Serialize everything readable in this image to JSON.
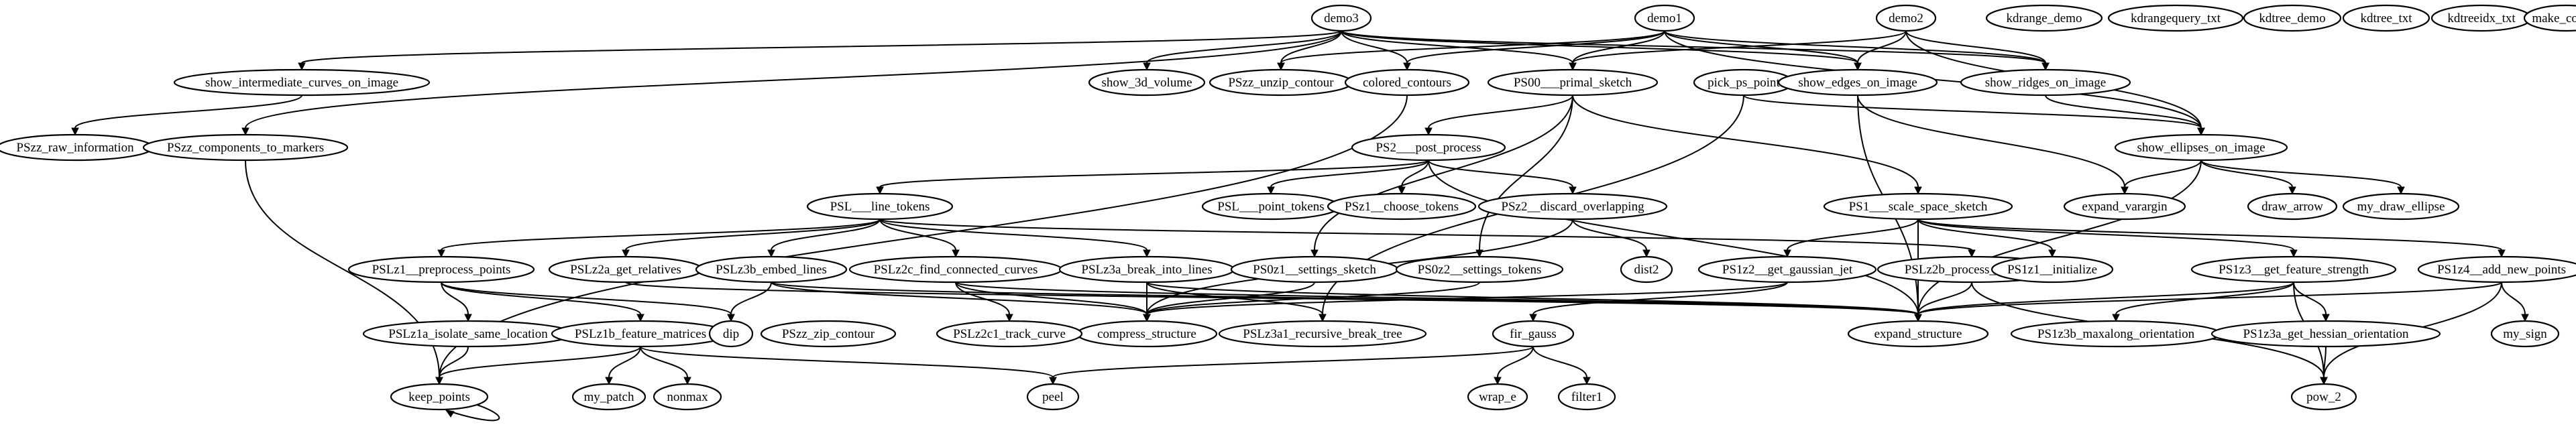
{
  "nodes": [
    {
      "id": "demo3",
      "label": "demo3"
    },
    {
      "id": "demo1",
      "label": "demo1"
    },
    {
      "id": "demo2",
      "label": "demo2"
    },
    {
      "id": "kdrange_demo",
      "label": "kdrange_demo"
    },
    {
      "id": "kdrangequery_txt",
      "label": "kdrangequery_txt"
    },
    {
      "id": "kdtree_demo",
      "label": "kdtree_demo"
    },
    {
      "id": "kdtree_txt",
      "label": "kdtree_txt"
    },
    {
      "id": "kdtreeidx_txt",
      "label": "kdtreeidx_txt"
    },
    {
      "id": "make_coords",
      "label": "make_coords"
    },
    {
      "id": "show_intermediate_curves_on_image",
      "label": "show_intermediate_curves_on_image"
    },
    {
      "id": "show_3d_volume",
      "label": "show_3d_volume"
    },
    {
      "id": "PSzz_unzip_contour",
      "label": "PSzz_unzip_contour"
    },
    {
      "id": "colored_contours",
      "label": "colored_contours"
    },
    {
      "id": "PS00_primal_sketch",
      "label": "PS00___primal_sketch"
    },
    {
      "id": "pick_ps_point",
      "label": "pick_ps_point"
    },
    {
      "id": "show_edges_on_image",
      "label": "show_edges_on_image"
    },
    {
      "id": "show_ridges_on_image",
      "label": "show_ridges_on_image"
    },
    {
      "id": "PSzz_raw_information",
      "label": "PSzz_raw_information"
    },
    {
      "id": "PSzz_components_to_markers",
      "label": "PSzz_components_to_markers"
    },
    {
      "id": "PS2_post_process",
      "label": "PS2___post_process"
    },
    {
      "id": "show_ellipses_on_image",
      "label": "show_ellipses_on_image"
    },
    {
      "id": "PSL_line_tokens",
      "label": "PSL___line_tokens"
    },
    {
      "id": "PSL_point_tokens",
      "label": "PSL___point_tokens"
    },
    {
      "id": "PSz1_choose_tokens",
      "label": "PSz1__choose_tokens"
    },
    {
      "id": "PSz2_discard_overlapping",
      "label": "PSz2__discard_overlapping"
    },
    {
      "id": "PS1_scale_space_sketch",
      "label": "PS1___scale_space_sketch"
    },
    {
      "id": "expand_varargin",
      "label": "expand_varargin"
    },
    {
      "id": "draw_arrow",
      "label": "draw_arrow"
    },
    {
      "id": "my_draw_ellipse",
      "label": "my_draw_ellipse"
    },
    {
      "id": "PSLz1_preprocess_points",
      "label": "PSLz1__preprocess_points"
    },
    {
      "id": "PSLz2a_get_relatives",
      "label": "PSLz2a_get_relatives"
    },
    {
      "id": "PSLz3b_embed_lines",
      "label": "PSLz3b_embed_lines"
    },
    {
      "id": "PSLz2c_find_connected_curves",
      "label": "PSLz2c_find_connected_curves"
    },
    {
      "id": "PSLz3a_break_into_lines",
      "label": "PSLz3a_break_into_lines"
    },
    {
      "id": "PS0z1_settings_sketch",
      "label": "PS0z1__settings_sketch"
    },
    {
      "id": "PS0z2_settings_tokens",
      "label": "PS0z2__settings_tokens"
    },
    {
      "id": "dist2",
      "label": "dist2"
    },
    {
      "id": "PS1z2_get_gaussian_jet",
      "label": "PS1z2__get_gaussian_jet"
    },
    {
      "id": "PSLz2b_process_relatives",
      "label": "PSLz2b_process_relatives"
    },
    {
      "id": "PS1z1_initialize",
      "label": "PS1z1__initialize"
    },
    {
      "id": "PS1z3_get_feature_strength",
      "label": "PS1z3__get_feature_strength"
    },
    {
      "id": "PS1z4_add_new_points",
      "label": "PS1z4__add_new_points"
    },
    {
      "id": "PSLz1a_isolate_same_location",
      "label": "PSLz1a_isolate_same_location"
    },
    {
      "id": "PSLz1b_feature_matrices",
      "label": "PSLz1b_feature_matrices"
    },
    {
      "id": "dip",
      "label": "dip"
    },
    {
      "id": "PSzz_zip_contour",
      "label": "PSzz_zip_contour"
    },
    {
      "id": "compress_structure",
      "label": "compress_structure"
    },
    {
      "id": "PSLz2c1_track_curve",
      "label": "PSLz2c1_track_curve"
    },
    {
      "id": "PSLz3a1_recursive_break_tree",
      "label": "PSLz3a1_recursive_break_tree"
    },
    {
      "id": "expand_structure",
      "label": "expand_structure"
    },
    {
      "id": "fir_gauss",
      "label": "fir_gauss"
    },
    {
      "id": "PS1z3b_maxalong_orientation",
      "label": "PS1z3b_maxalong_orientation"
    },
    {
      "id": "PS1z3a_get_hessian_orientation",
      "label": "PS1z3a_get_hessian_orientation"
    },
    {
      "id": "my_sign",
      "label": "my_sign"
    },
    {
      "id": "keep_points",
      "label": "keep_points"
    },
    {
      "id": "my_patch",
      "label": "my_patch"
    },
    {
      "id": "nonmax",
      "label": "nonmax"
    },
    {
      "id": "peel",
      "label": "peel"
    },
    {
      "id": "wrap_e",
      "label": "wrap_e"
    },
    {
      "id": "filter1",
      "label": "filter1"
    },
    {
      "id": "pow_2",
      "label": "pow_2"
    }
  ],
  "edges": [
    {
      "from": "demo3",
      "to": "show_intermediate_curves_on_image"
    },
    {
      "from": "demo3",
      "to": "PSzz_components_to_markers"
    },
    {
      "from": "demo3",
      "to": "show_3d_volume"
    },
    {
      "from": "demo3",
      "to": "PSzz_unzip_contour"
    },
    {
      "from": "demo3",
      "to": "colored_contours"
    },
    {
      "from": "demo3",
      "to": "PS00_primal_sketch"
    },
    {
      "from": "demo3",
      "to": "show_edges_on_image"
    },
    {
      "from": "demo3",
      "to": "show_ridges_on_image"
    },
    {
      "from": "demo1",
      "to": "PSzz_unzip_contour"
    },
    {
      "from": "demo1",
      "to": "colored_contours"
    },
    {
      "from": "demo1",
      "to": "PS00_primal_sketch"
    },
    {
      "from": "demo1",
      "to": "show_edges_on_image"
    },
    {
      "from": "demo1",
      "to": "show_ridges_on_image"
    },
    {
      "from": "demo1",
      "to": "show_ellipses_on_image"
    },
    {
      "from": "demo2",
      "to": "PS00_primal_sketch"
    },
    {
      "from": "demo2",
      "to": "show_edges_on_image"
    },
    {
      "from": "demo2",
      "to": "show_ridges_on_image"
    },
    {
      "from": "demo2",
      "to": "show_ellipses_on_image"
    },
    {
      "from": "show_intermediate_curves_on_image",
      "to": "PSzz_raw_information"
    },
    {
      "from": "PSzz_components_to_markers",
      "to": "keep_points"
    },
    {
      "from": "colored_contours",
      "to": "keep_points"
    },
    {
      "from": "PS00_primal_sketch",
      "to": "PS2_post_process"
    },
    {
      "from": "PS00_primal_sketch",
      "to": "PS1_scale_space_sketch"
    },
    {
      "from": "PS00_primal_sketch",
      "to": "PS0z1_settings_sketch"
    },
    {
      "from": "PS00_primal_sketch",
      "to": "PS0z2_settings_tokens"
    },
    {
      "from": "pick_ps_point",
      "to": "show_ellipses_on_image"
    },
    {
      "from": "pick_ps_point",
      "to": "PSLz3a1_recursive_break_tree"
    },
    {
      "from": "show_edges_on_image",
      "to": "expand_varargin"
    },
    {
      "from": "show_edges_on_image",
      "to": "expand_structure"
    },
    {
      "from": "show_ridges_on_image",
      "to": "show_ellipses_on_image"
    },
    {
      "from": "show_ellipses_on_image",
      "to": "expand_varargin"
    },
    {
      "from": "show_ellipses_on_image",
      "to": "draw_arrow"
    },
    {
      "from": "show_ellipses_on_image",
      "to": "my_draw_ellipse"
    },
    {
      "from": "show_ellipses_on_image",
      "to": "expand_structure"
    },
    {
      "from": "PS2_post_process",
      "to": "PSL_line_tokens"
    },
    {
      "from": "PS2_post_process",
      "to": "PSL_point_tokens"
    },
    {
      "from": "PS2_post_process",
      "to": "PSz1_choose_tokens"
    },
    {
      "from": "PS2_post_process",
      "to": "PSz2_discard_overlapping"
    },
    {
      "from": "PS2_post_process",
      "to": "expand_structure"
    },
    {
      "from": "PSL_line_tokens",
      "to": "PSLz1_preprocess_points"
    },
    {
      "from": "PSL_line_tokens",
      "to": "PSLz2a_get_relatives"
    },
    {
      "from": "PSL_line_tokens",
      "to": "PSLz3b_embed_lines"
    },
    {
      "from": "PSL_line_tokens",
      "to": "PSLz2c_find_connected_curves"
    },
    {
      "from": "PSL_line_tokens",
      "to": "PSLz3a_break_into_lines"
    },
    {
      "from": "PSL_line_tokens",
      "to": "PSLz2b_process_relatives"
    },
    {
      "from": "PSz2_discard_overlapping",
      "to": "dist2"
    },
    {
      "from": "PSz2_discard_overlapping",
      "to": "compress_structure"
    },
    {
      "from": "PS1_scale_space_sketch",
      "to": "PS1z2_get_gaussian_jet"
    },
    {
      "from": "PS1_scale_space_sketch",
      "to": "PS1z1_initialize"
    },
    {
      "from": "PS1_scale_space_sketch",
      "to": "PS1z3_get_feature_strength"
    },
    {
      "from": "PS1_scale_space_sketch",
      "to": "PS1z4_add_new_points"
    },
    {
      "from": "PS1_scale_space_sketch",
      "to": "expand_structure"
    },
    {
      "from": "PSLz1_preprocess_points",
      "to": "PSLz1a_isolate_same_location"
    },
    {
      "from": "PSLz1_preprocess_points",
      "to": "PSLz1b_feature_matrices"
    },
    {
      "from": "PSLz1_preprocess_points",
      "to": "dip"
    },
    {
      "from": "PSLz2a_get_relatives",
      "to": "expand_structure"
    },
    {
      "from": "PSLz3b_embed_lines",
      "to": "dip"
    },
    {
      "from": "PSLz3b_embed_lines",
      "to": "compress_structure"
    },
    {
      "from": "PSLz3b_embed_lines",
      "to": "expand_structure"
    },
    {
      "from": "PSLz2c_find_connected_curves",
      "to": "PSLz2c1_track_curve"
    },
    {
      "from": "PSLz2c_find_connected_curves",
      "to": "compress_structure"
    },
    {
      "from": "PSLz2c_find_connected_curves",
      "to": "expand_structure"
    },
    {
      "from": "PSLz3a_break_into_lines",
      "to": "compress_structure"
    },
    {
      "from": "PSLz3a_break_into_lines",
      "to": "PSLz3a1_recursive_break_tree"
    },
    {
      "from": "PSLz3a_break_into_lines",
      "to": "expand_structure"
    },
    {
      "from": "PS0z1_settings_sketch",
      "to": "compress_structure"
    },
    {
      "from": "PS0z2_settings_tokens",
      "to": "compress_structure"
    },
    {
      "from": "PS1z2_get_gaussian_jet",
      "to": "fir_gauss"
    },
    {
      "from": "PS1z2_get_gaussian_jet",
      "to": "compress_structure"
    },
    {
      "from": "PSLz2b_process_relatives",
      "to": "expand_structure"
    },
    {
      "from": "PS1z3_get_feature_strength",
      "to": "PS1z3b_maxalong_orientation"
    },
    {
      "from": "PS1z3_get_feature_strength",
      "to": "PS1z3a_get_hessian_orientation"
    },
    {
      "from": "PS1z3_get_feature_strength",
      "to": "expand_structure"
    },
    {
      "from": "PS1z3_get_feature_strength",
      "to": "pow_2"
    },
    {
      "from": "PS1z4_add_new_points",
      "to": "my_sign"
    },
    {
      "from": "PS1z4_add_new_points",
      "to": "expand_structure"
    },
    {
      "from": "PS1z4_add_new_points",
      "to": "pow_2"
    },
    {
      "from": "PS1z3a_get_hessian_orientation",
      "to": "pow_2"
    },
    {
      "from": "PSLz1a_isolate_same_location",
      "to": "keep_points"
    },
    {
      "from": "PSLz1b_feature_matrices",
      "to": "keep_points"
    },
    {
      "from": "PSLz1b_feature_matrices",
      "to": "my_patch"
    },
    {
      "from": "PSLz1b_feature_matrices",
      "to": "nonmax"
    },
    {
      "from": "PSLz1b_feature_matrices",
      "to": "peel"
    },
    {
      "from": "keep_points",
      "to": "keep_points"
    },
    {
      "from": "fir_gauss",
      "to": "peel"
    },
    {
      "from": "fir_gauss",
      "to": "wrap_e"
    },
    {
      "from": "fir_gauss",
      "to": "filter1"
    },
    {
      "from": "PSLz2b_process_relatives",
      "to": "pow_2"
    }
  ]
}
